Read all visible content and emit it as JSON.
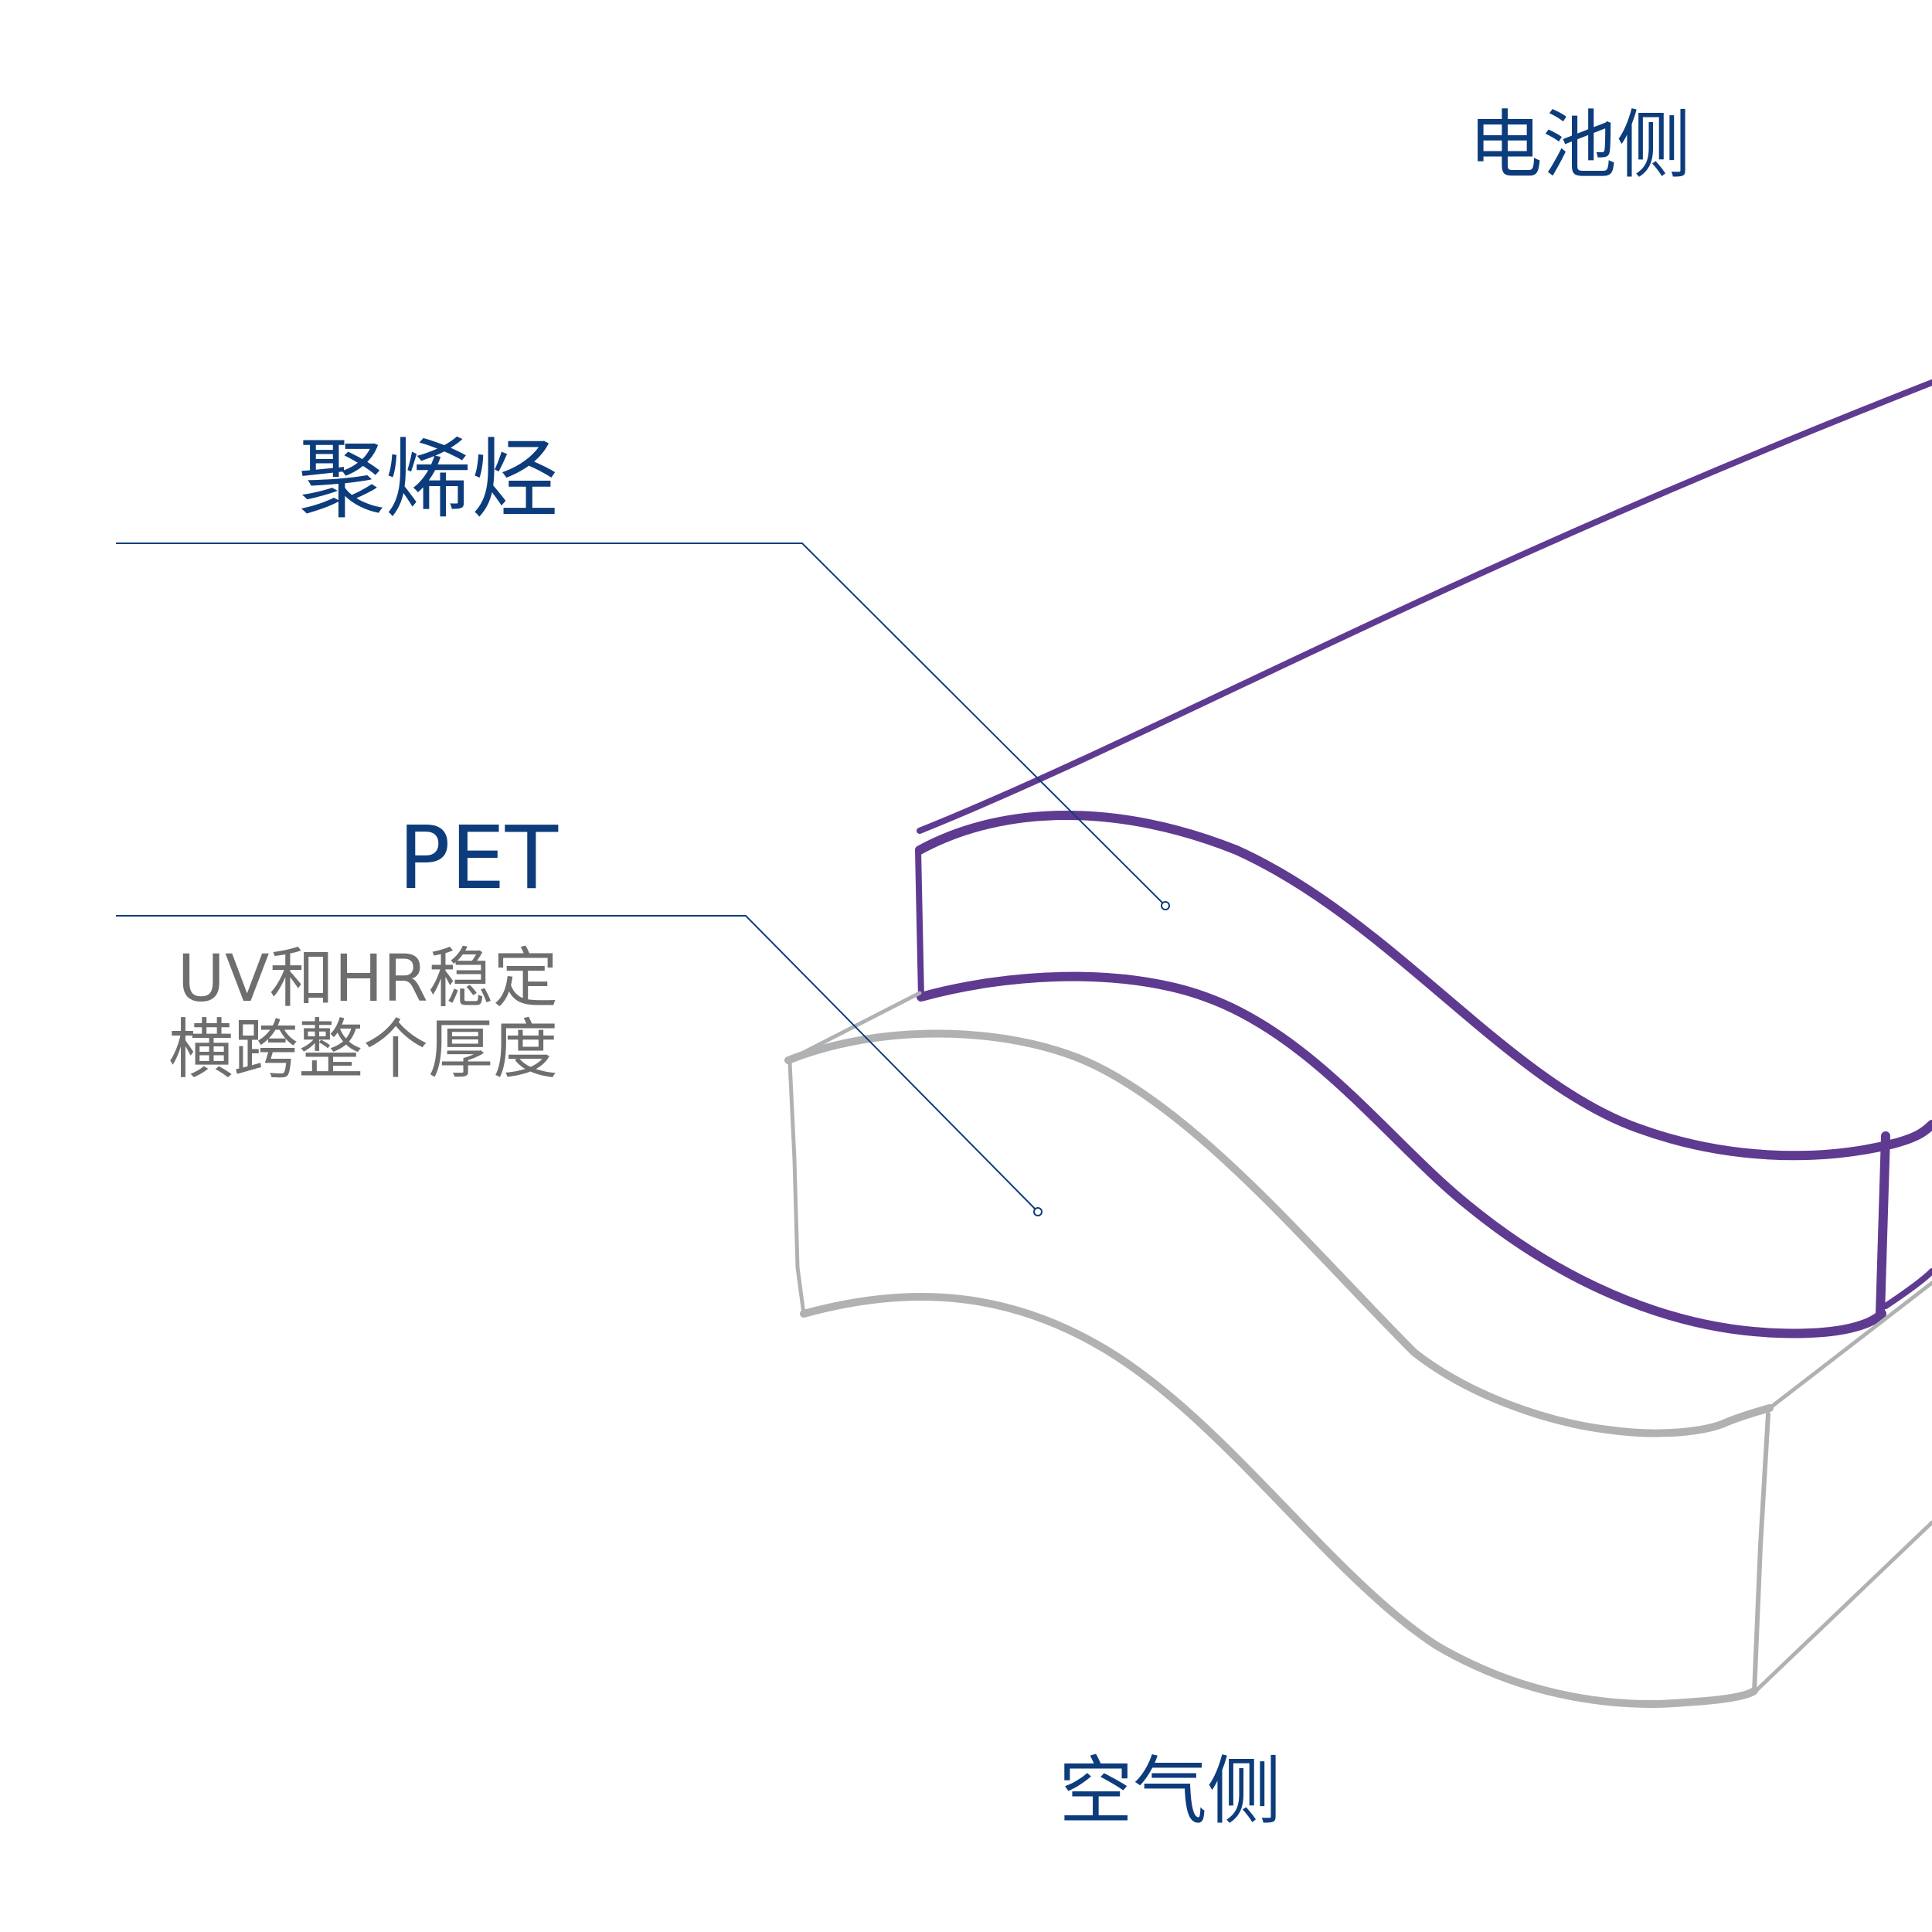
{
  "labels": {
    "battery_side": "电池侧",
    "air_side": "空气侧",
    "polyolefin": "聚烯烃",
    "pet": "PET",
    "pet_desc_line1": "UV和HR稳定",
    "pet_desc_line2": "横跨整个厚度"
  },
  "colors": {
    "label_blue": "#0d3c7c",
    "desc_gray": "#6e6e6e",
    "polyolefin_layer": "#5f3a91",
    "pet_layer": "#b0b1b3",
    "leader_line": "#0d3c7c"
  }
}
